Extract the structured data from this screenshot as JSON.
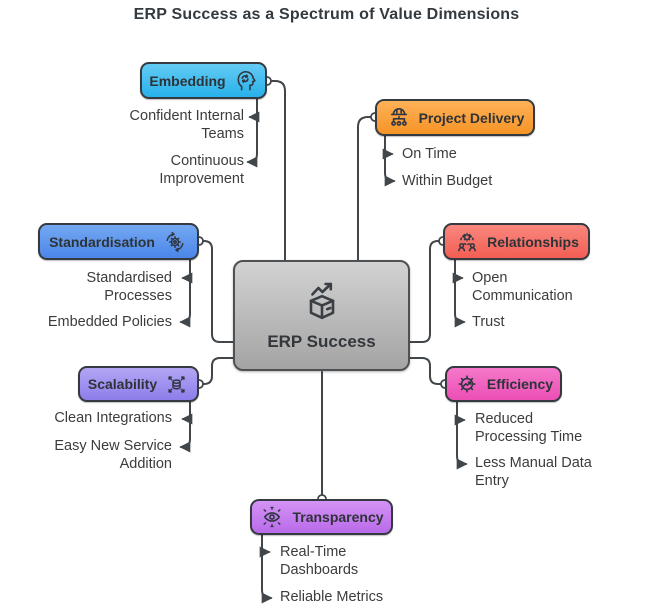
{
  "title": "ERP Success as a Spectrum of Value Dimensions",
  "colors": {
    "line": "#41464b",
    "node_border": "#343a40",
    "embedding": "#28b1ea",
    "project_delivery": "#f59426",
    "standardisation": "#4b86e9",
    "relationships": "#f35e54",
    "scalability": "#8d7dea",
    "efficiency": "#ec4fb4",
    "transparency": "#b96ae9",
    "center": "#b5b5b5"
  },
  "center": {
    "label": "ERP Success",
    "icon": "box-growth-icon"
  },
  "branches": [
    {
      "label": "Embedding",
      "icon": "head-sync-icon",
      "children": [
        "Confident Internal Teams",
        "Continuous Improvement"
      ]
    },
    {
      "label": "Project Delivery",
      "icon": "helmet-org-icon",
      "children": [
        "On Time",
        "Within Budget"
      ]
    },
    {
      "label": "Standardisation",
      "icon": "gear-sync-icon",
      "children": [
        "Standardised Processes",
        "Embedded Policies"
      ]
    },
    {
      "label": "Relationships",
      "icon": "people-gear-icon",
      "children": [
        "Open Communication",
        "Trust"
      ]
    },
    {
      "label": "Scalability",
      "icon": "database-expand-icon",
      "children": [
        "Clean Integrations",
        "Easy New Service Addition"
      ]
    },
    {
      "label": "Efficiency",
      "icon": "gear-trend-icon",
      "children": [
        "Reduced Processing Time",
        "Less Manual Data Entry"
      ]
    },
    {
      "label": "Transparency",
      "icon": "eye-expand-icon",
      "children": [
        "Real-Time Dashboards",
        "Reliable Metrics"
      ]
    }
  ]
}
